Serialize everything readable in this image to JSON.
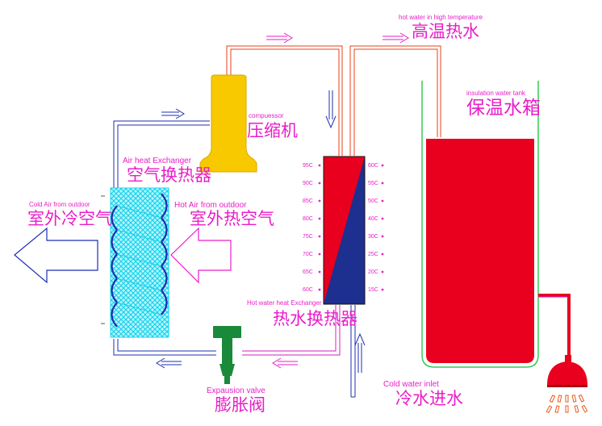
{
  "labels": {
    "hot_water_en": "hot water in high temperature",
    "hot_water_zh": "高温热水",
    "tank_en": "insulation water tank",
    "tank_zh": "保温水箱",
    "compressor_en": "compuessor",
    "compressor_zh": "压缩机",
    "air_hx_en": "Air heat Exchanger",
    "air_hx_zh": "空气换热器",
    "cold_air_en": "Cold Air from outdoor",
    "cold_air_zh": "室外冷空气",
    "hot_air_en": "Hot Air from outdoor",
    "hot_air_zh": "室外热空气",
    "water_hx_en": "Hot water heat Exchanger",
    "water_hx_zh": "热水换热器",
    "valve_en": "Expausion valve",
    "valve_zh": "膨胀阀",
    "cold_inlet_en": "Cold water inlet",
    "cold_inlet_zh": "冷水进水"
  },
  "temps_left": [
    "95C",
    "90C",
    "85C",
    "80C",
    "75C",
    "70C",
    "65C",
    "60C"
  ],
  "temps_right": [
    "60C",
    "55C",
    "50C",
    "40C",
    "30C",
    "25C",
    "20C",
    "15C"
  ],
  "colors": {
    "label": "#e91ec8",
    "hot_pipe": "#e8401a",
    "cold_pipe": "#1d2fb0",
    "mixed_pipe": "#d61ec8",
    "tank": "#e8001e",
    "tank_outline": "#33cc55",
    "compressor": "#f9c900",
    "valve": "#1a8a3a",
    "coil": "#17d4ee",
    "hx_hot": "#e8001e",
    "hx_cold": "#1d2f8f"
  }
}
